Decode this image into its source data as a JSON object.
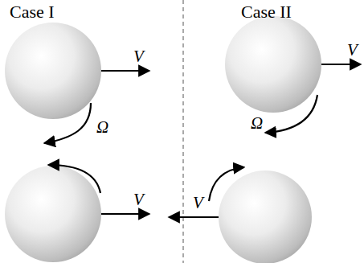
{
  "diagram": {
    "labels": [
      "Case I",
      "Case II",
      "V",
      "Ω",
      "V",
      "V",
      "Ω",
      "V"
    ]
  }
}
